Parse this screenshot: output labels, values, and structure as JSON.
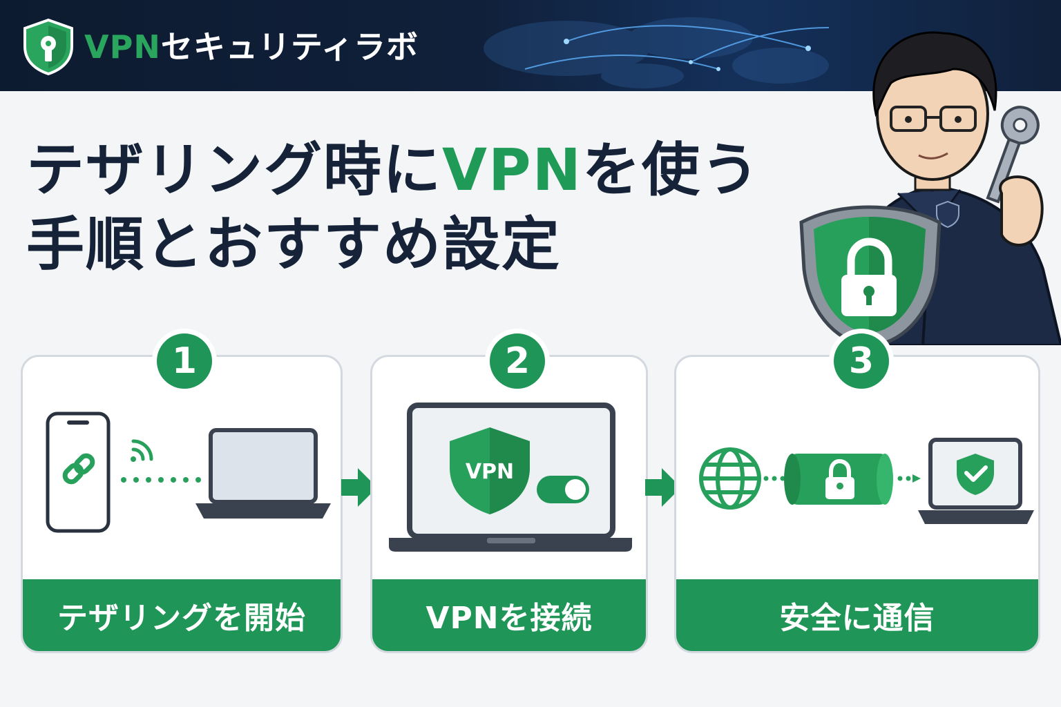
{
  "brand": {
    "name_vpn": "VPN",
    "name_rest": "セキュリティラボ",
    "logo_icon": "shield-keyhole-icon"
  },
  "headline": {
    "line1_a": "テザリング時に",
    "line1_highlight": "VPN",
    "line1_b": "を使う",
    "line2": "手順とおすすめ設定"
  },
  "steps": [
    {
      "number": "1",
      "label": "テザリングを開始",
      "icons": [
        "smartphone-icon",
        "link-icon",
        "wifi-signal-icon",
        "laptop-icon"
      ]
    },
    {
      "number": "2",
      "label": "VPNを接続",
      "icons": [
        "laptop-icon",
        "vpn-shield-icon",
        "toggle-switch-icon"
      ],
      "shield_text": "VPN"
    },
    {
      "number": "3",
      "label": "安全に通信",
      "icons": [
        "globe-icon",
        "encrypted-tunnel-lock-icon",
        "laptop-shield-check-icon"
      ]
    }
  ],
  "colors": {
    "brand_green": "#1f9657",
    "accent_green": "#2aa55e",
    "navy": "#0d1b30",
    "text_dark": "#152238"
  },
  "illustration": {
    "mascot": "man-holding-key-icon",
    "shield": "green-shield-lock-icon"
  }
}
